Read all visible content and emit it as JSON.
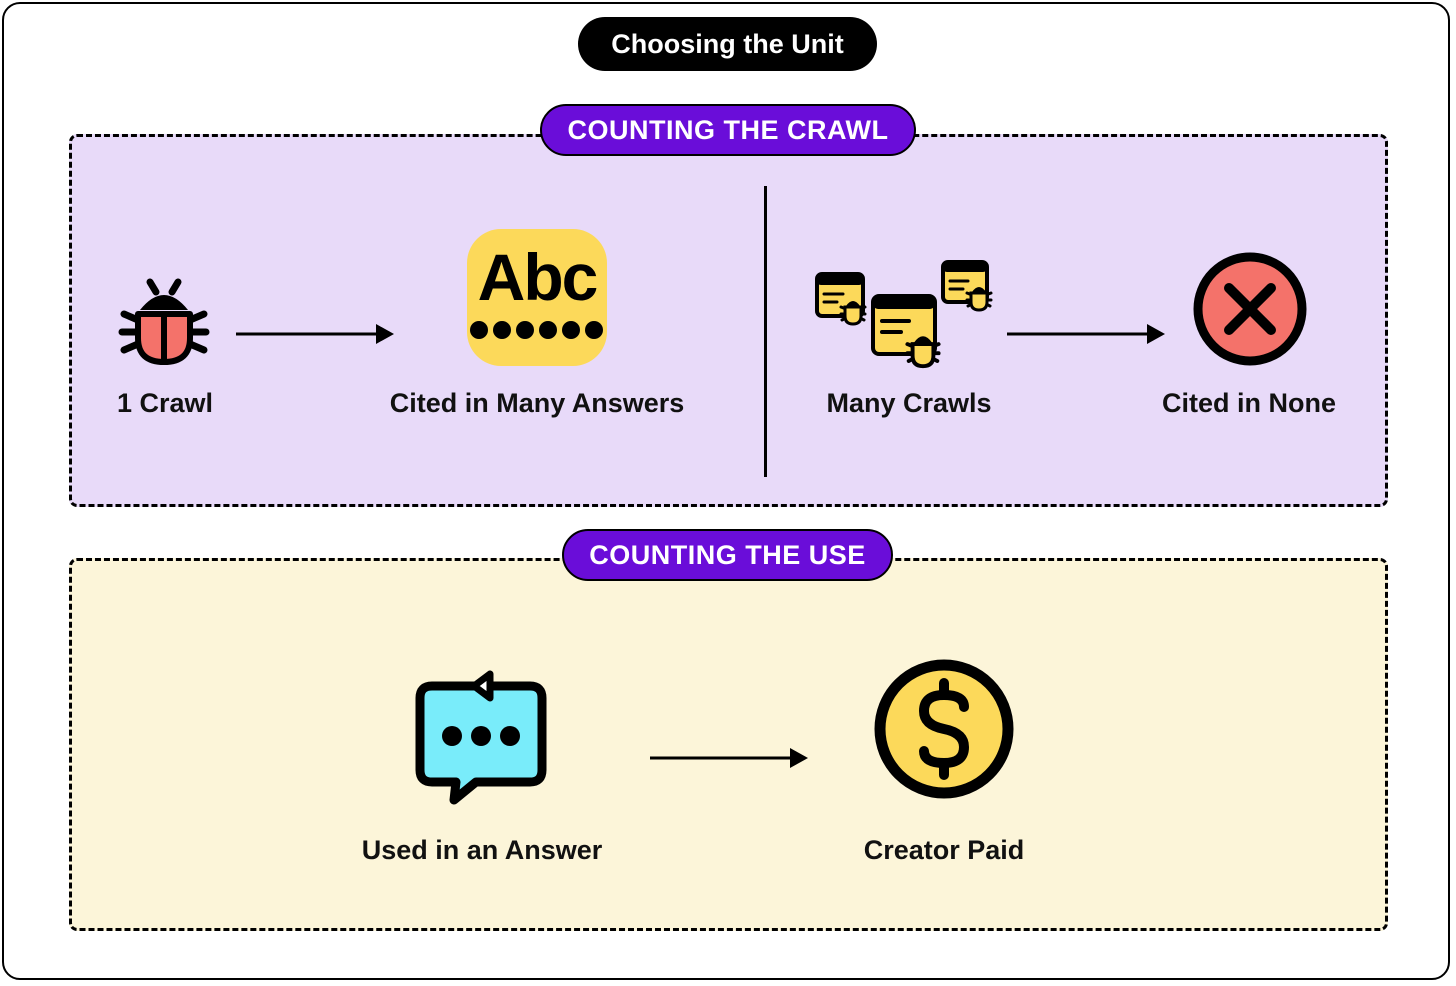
{
  "title": "Choosing the Unit",
  "sections": {
    "crawl": {
      "heading": "COUNTING THE CRAWL",
      "left": {
        "source_label": "1 Crawl",
        "result_label": "Cited in Many Answers",
        "abc_text": "Abc"
      },
      "right": {
        "source_label": "Many Crawls",
        "result_label": "Cited in None"
      }
    },
    "use": {
      "heading": "COUNTING THE USE",
      "source_label": "Used in an Answer",
      "result_label": "Creator Paid"
    }
  },
  "colors": {
    "purple_accent": "#6a0dd9",
    "crawl_panel_bg": "#e8daf9",
    "use_panel_bg": "#fcf5d9",
    "yellow": "#fcd95a",
    "coral": "#f4726a",
    "cyan": "#79ecfa"
  },
  "icons": [
    "bug-icon",
    "abc-text-icon",
    "crawler-windows-icon",
    "x-circle-icon",
    "chat-bubble-icon",
    "dollar-coin-icon"
  ]
}
